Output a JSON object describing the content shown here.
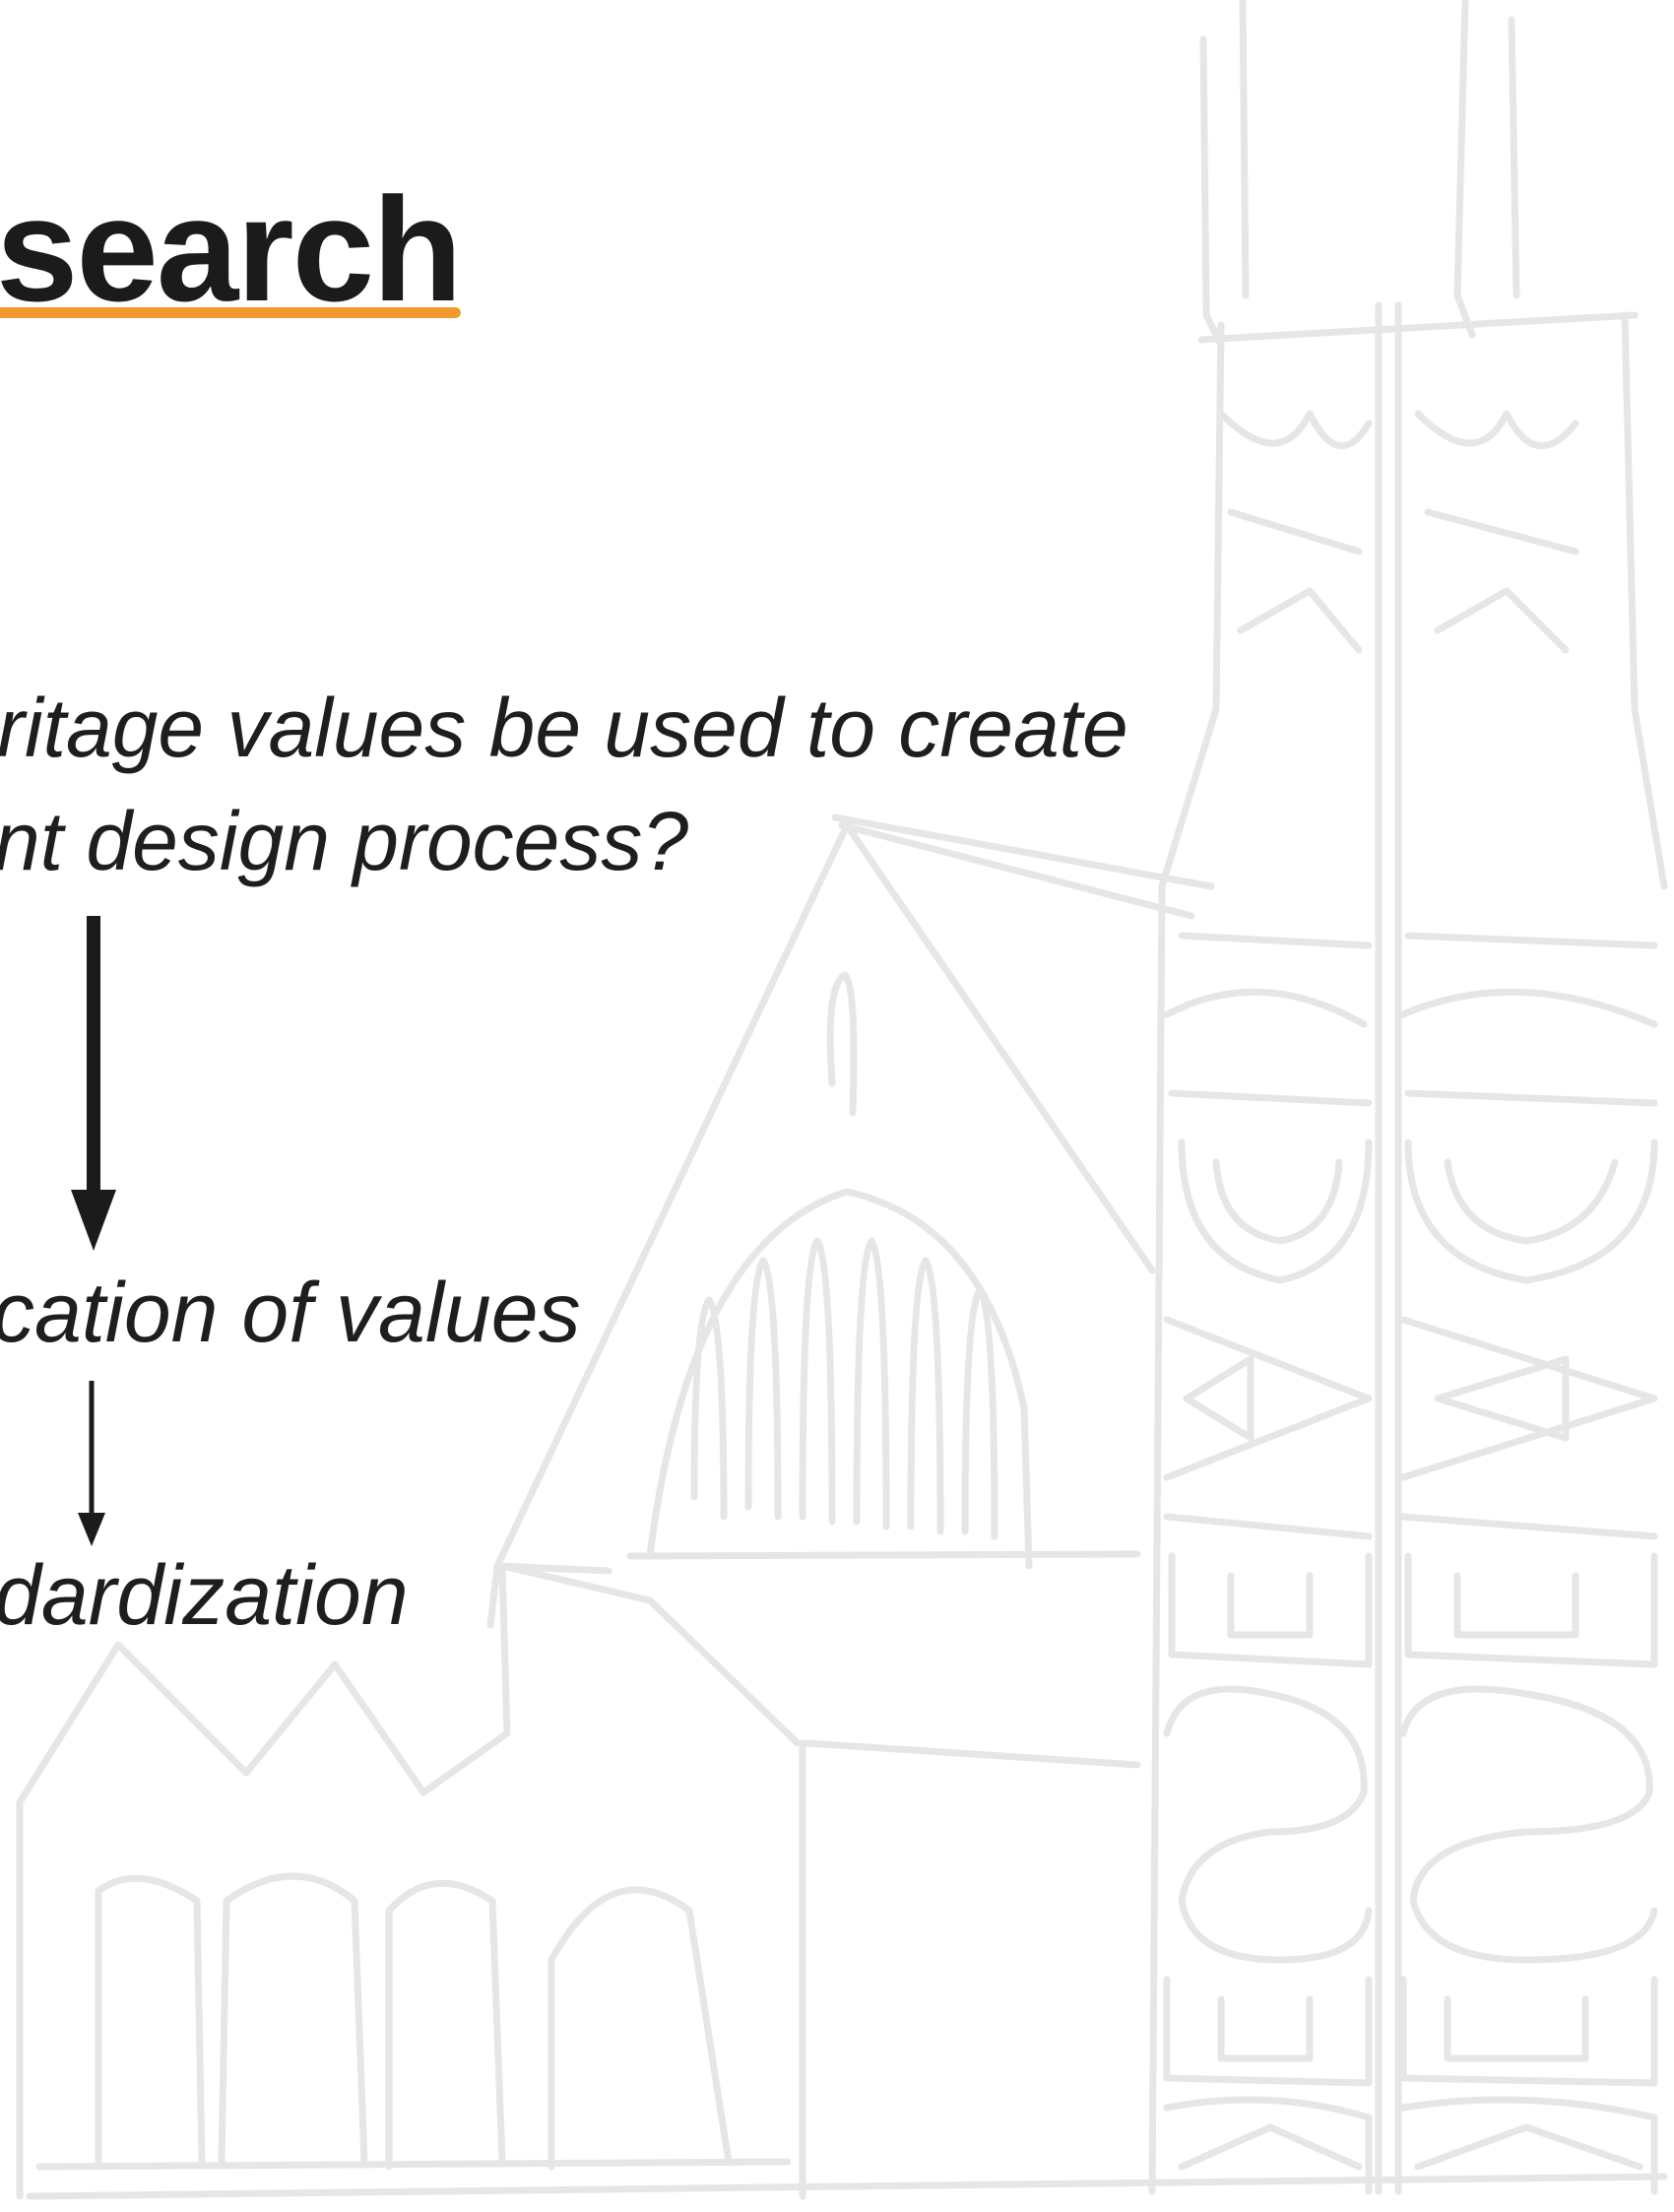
{
  "slide": {
    "title": "search",
    "question_line_1": "ritage values be used to create",
    "question_line_2": "nt design process?",
    "step_1": "cation of values",
    "step_2": "dardization"
  },
  "colors": {
    "accent": "#f29a2e",
    "text": "#1b1b1b",
    "sketch": "#e6e6e6"
  },
  "icons": {
    "arrow_down": "arrow-down-icon"
  }
}
